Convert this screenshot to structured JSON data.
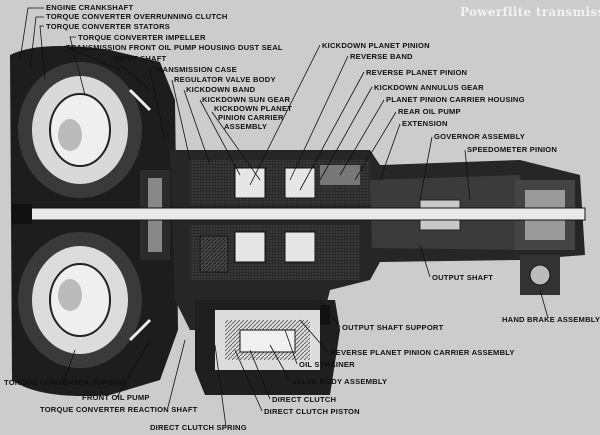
{
  "title": "Powerflite transmission",
  "labels": {
    "engine_crankshaft": "ENGINE CRANKSHAFT",
    "tc_overrunning_clutch": "TORQUE CONVERTER OVERRUNNING CLUTCH",
    "tc_stators": "TORQUE CONVERTER STATORS",
    "tc_impeller": "TORQUE CONVERTER IMPELLER",
    "front_pump_housing_seal": "TRANSMISSION FRONT OIL PUMP HOUSING DUST SEAL",
    "input_shaft": "INPUT SHAFT",
    "transmission_case": "TRANSMISSION CASE",
    "regulator_valve_body": "REGULATOR VALVE BODY",
    "kickdown_band": "KICKDOWN BAND",
    "kickdown_sun_gear": "KICKDOWN SUN GEAR",
    "kickdown_planet": "KICKDOWN PLANET",
    "pinion_carrier": "PINION CARRIER",
    "assembly": "ASSEMBLY",
    "kickdown_planet_pinion": "KICKDOWN PLANET PINION",
    "reverse_band": "REVERSE BAND",
    "reverse_planet_pinion": "REVERSE PLANET PINION",
    "kickdown_annulus_gear": "KICKDOWN ANNULUS GEAR",
    "planet_pinion_carrier_housing": "PLANET PINION CARRIER HOUSING",
    "rear_oil_pump": "REAR OIL PUMP",
    "extension": "EXTENSION",
    "governor_assembly": "GOVERNOR ASSEMBLY",
    "speedometer_pinion": "SPEEDOMETER PINION",
    "output_shaft": "OUTPUT SHAFT",
    "hand_brake_assembly": "HAND BRAKE ASSEMBLY",
    "output_shaft_support": "OUTPUT SHAFT SUPPORT",
    "reverse_carrier_assembly": "REVERSE PLANET PINION CARRIER ASSEMBLY",
    "oil_strainer": "OIL STRAINER",
    "valve_body_assembly": "VALVE BODY ASSEMBLY",
    "direct_clutch": "DIRECT CLUTCH",
    "direct_clutch_piston": "DIRECT CLUTCH PISTON",
    "direct_clutch_spring": "DIRECT CLUTCH SPRING",
    "tc_reaction_shaft": "TORQUE CONVERTER REACTION SHAFT",
    "front_oil_pump": "FRONT OIL PUMP",
    "tc_turbine": "TORQUE CONVERTER TURBINE"
  }
}
